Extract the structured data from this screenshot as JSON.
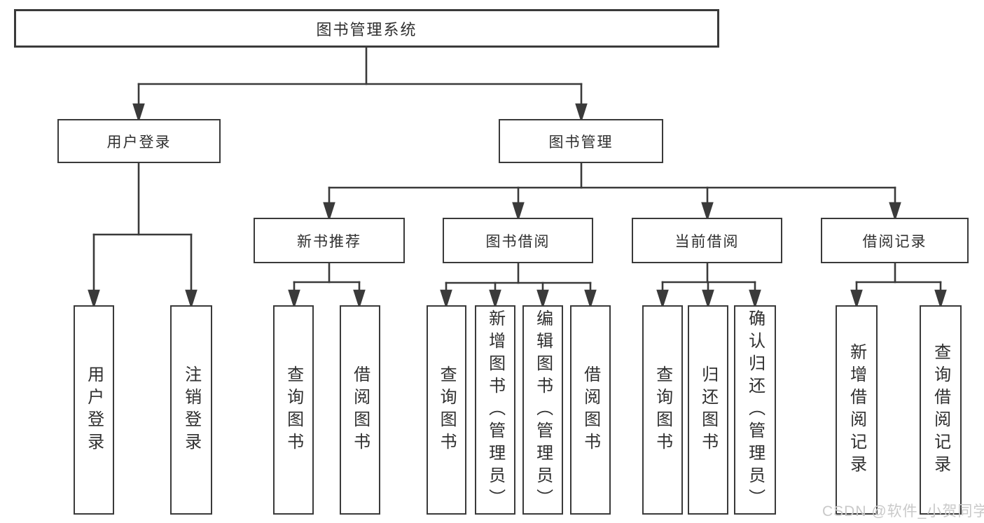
{
  "diagram": {
    "root": {
      "label": "图书管理系统"
    },
    "branches": [
      {
        "label": "用户登录",
        "children": [
          {
            "label": "用户登录"
          },
          {
            "label": "注销登录"
          }
        ]
      },
      {
        "label": "图书管理",
        "children": [
          {
            "label": "新书推荐",
            "children": [
              {
                "label": "查询图书"
              },
              {
                "label": "借阅图书"
              }
            ]
          },
          {
            "label": "图书借阅",
            "children": [
              {
                "label": "查询图书"
              },
              {
                "label": "新增图书（管理员）"
              },
              {
                "label": "编辑图书（管理员）"
              },
              {
                "label": "借阅图书"
              }
            ]
          },
          {
            "label": "当前借阅",
            "children": [
              {
                "label": "查询图书"
              },
              {
                "label": "归还图书"
              },
              {
                "label": "确认归还（管理员）"
              }
            ]
          },
          {
            "label": "借阅记录",
            "children": [
              {
                "label": "新增借阅记录"
              },
              {
                "label": "查询借阅记录"
              }
            ]
          }
        ]
      }
    ]
  },
  "watermark": {
    "label": "CSDN @软件_小贺同学"
  },
  "colors": {
    "line": "#3a3a3a",
    "box_border": "#3a3a3a",
    "text": "#2f2f2f",
    "watermark": "#c9c9c9",
    "background": "#ffffff"
  }
}
